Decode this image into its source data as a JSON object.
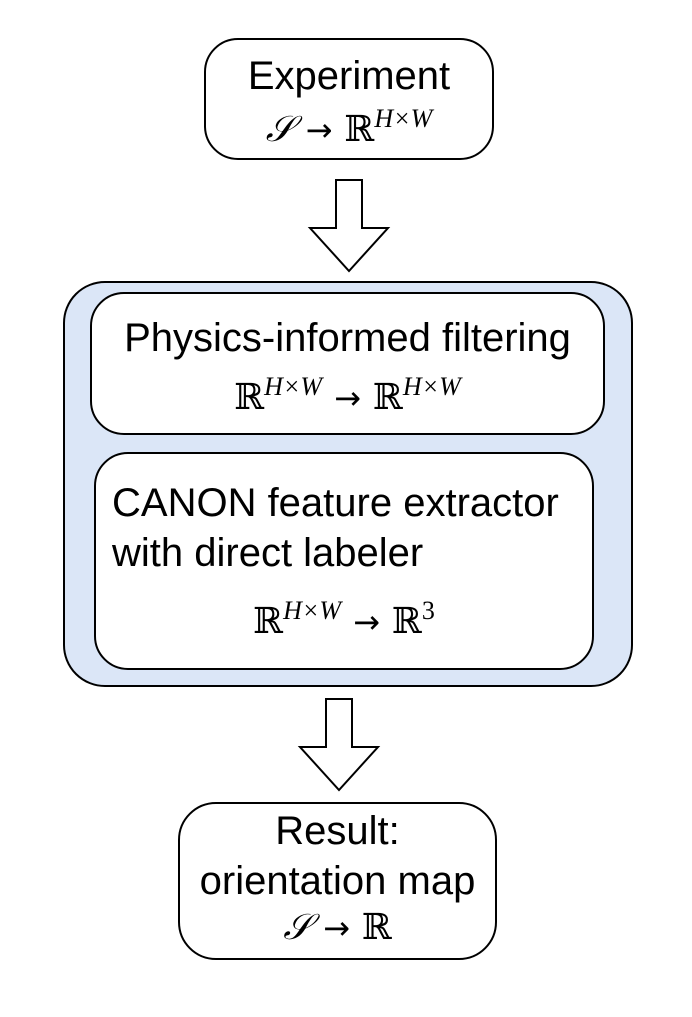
{
  "experiment": {
    "title": "Experiment",
    "domain": "𝒮",
    "codomain": "ℝ",
    "codomain_sup": "H×W"
  },
  "filtering": {
    "title": "Physics-informed filtering",
    "domain": "ℝ",
    "domain_sup": "H×W",
    "codomain": "ℝ",
    "codomain_sup": "H×W"
  },
  "canon": {
    "title_line1": "CANON feature extractor",
    "title_line2": "with direct labeler",
    "domain": "ℝ",
    "domain_sup": "H×W",
    "codomain": "ℝ",
    "codomain_sup": "3"
  },
  "result": {
    "title_line1": "Result:",
    "title_line2": "orientation map",
    "domain": "𝒮",
    "codomain": "ℝ"
  },
  "arrow_symbol": "→",
  "colors": {
    "container_fill": "#dbe6f7",
    "stroke": "#000000",
    "box_fill": "#ffffff"
  }
}
